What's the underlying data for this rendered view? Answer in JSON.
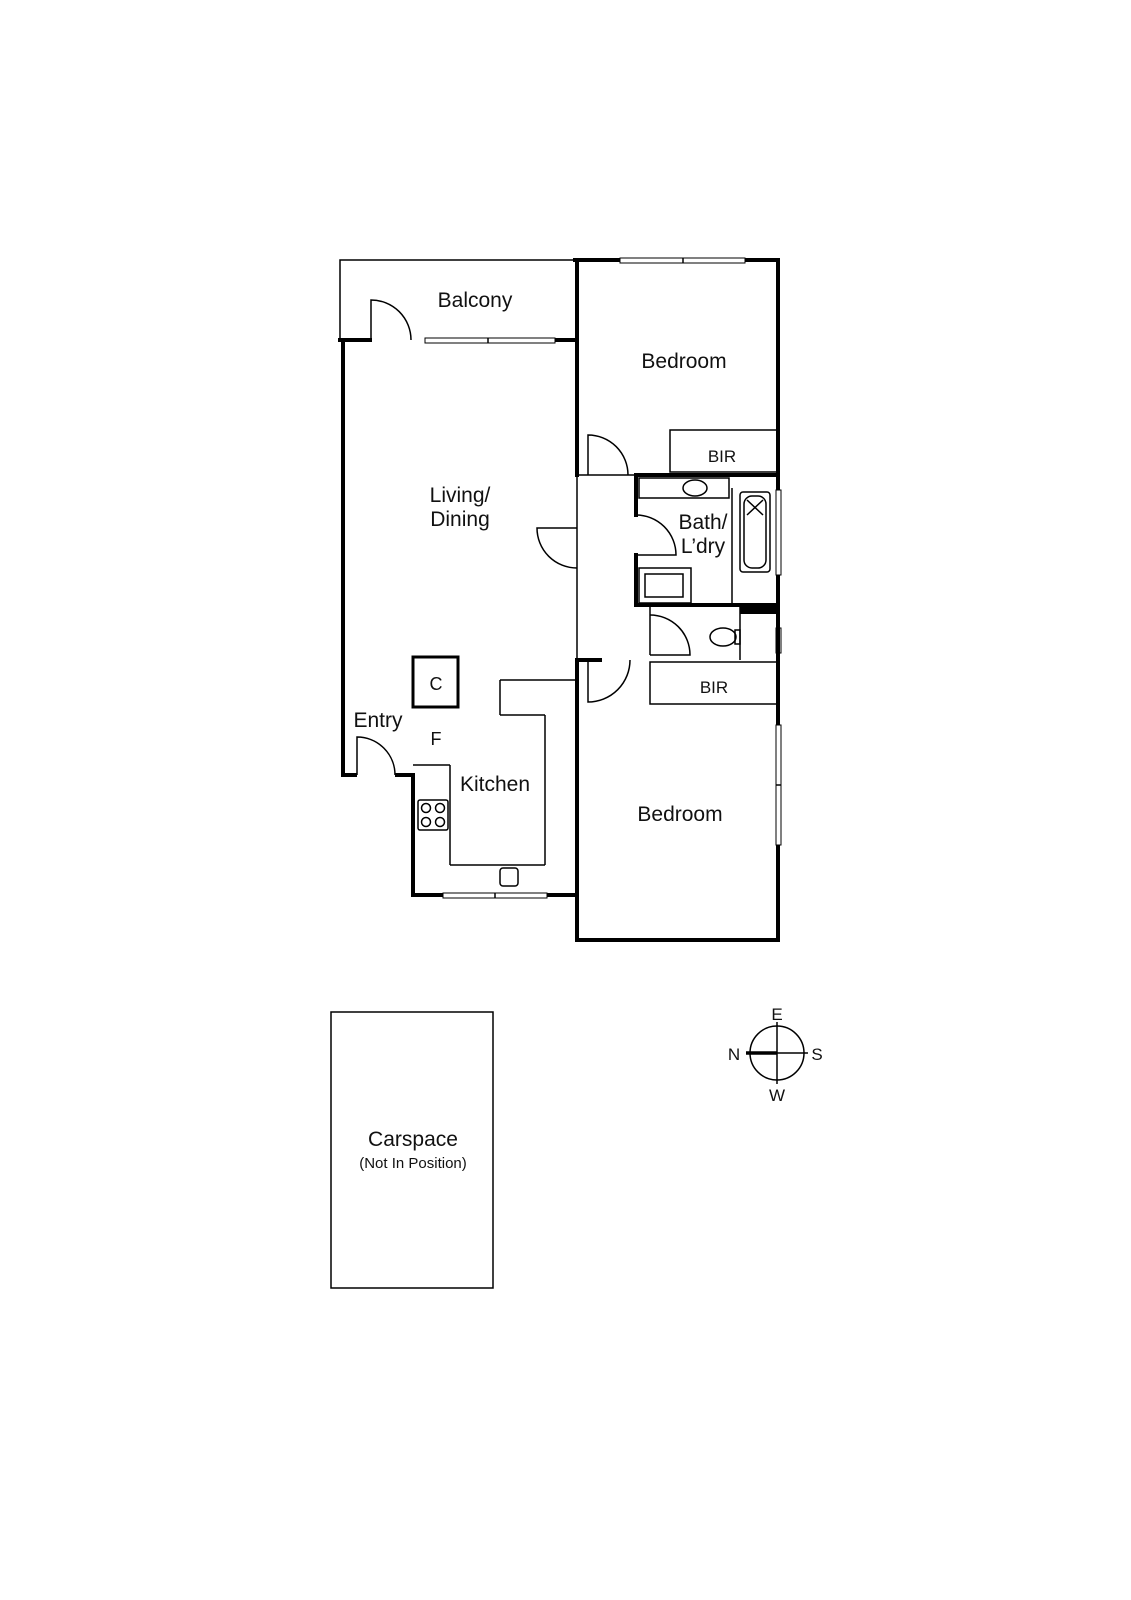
{
  "rooms": {
    "balcony": "Balcony",
    "bedroom_top": "Bedroom",
    "bir_top": "BIR",
    "living_line1": "Living/",
    "living_line2": "Dining",
    "bath_line1": "Bath/",
    "bath_line2": "L’dry",
    "bir_bottom": "BIR",
    "cupboard": "C",
    "fridge": "F",
    "entry": "Entry",
    "kitchen": "Kitchen",
    "bedroom_bottom": "Bedroom",
    "carspace_title": "Carspace",
    "carspace_note": "(Not In Position)"
  },
  "compass": {
    "north": "N",
    "east": "E",
    "south": "S",
    "west": "W",
    "icon": "compass-icon"
  },
  "colors": {
    "line": "#000000",
    "background": "#ffffff"
  }
}
